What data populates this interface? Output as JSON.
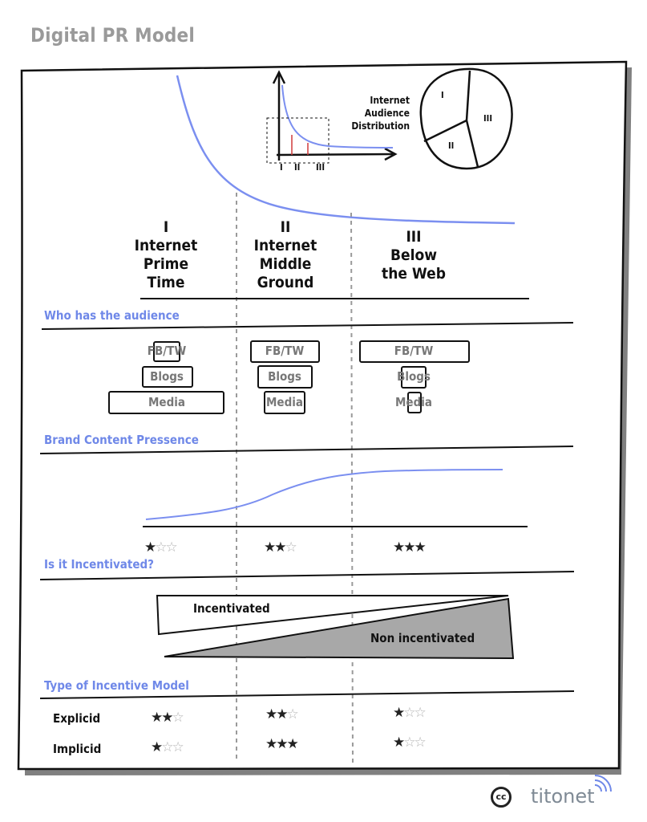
{
  "title": "Digital PR Model",
  "distribution": {
    "label_lines": [
      "Internet",
      "Audience",
      "Distribution"
    ],
    "pie_labels": [
      "I",
      "II",
      "III"
    ],
    "axis_labels": [
      "I",
      "II",
      "III"
    ]
  },
  "columns": [
    {
      "numeral": "I",
      "name_lines": [
        "Internet",
        "Prime",
        "Time"
      ]
    },
    {
      "numeral": "II",
      "name_lines": [
        "Internet",
        "Middle",
        "Ground"
      ]
    },
    {
      "numeral": "III",
      "name_lines": [
        "Below",
        "the Web"
      ]
    }
  ],
  "sections": {
    "audience": "Who has the audience",
    "brand_content": "Brand Content Pressence",
    "incentivated": "Is it Incentivated?",
    "incentive_model": "Type of Incentive Model"
  },
  "channels": {
    "fb_tw": "FB/TW",
    "blogs": "Blogs",
    "media": "Media"
  },
  "brand_presence_stars": [
    1,
    2,
    3
  ],
  "incentivated": {
    "top": "Incentivated",
    "bottom": "Non incentivated"
  },
  "incentive_model": {
    "rows": [
      {
        "label": "Explicid",
        "stars": [
          2,
          2,
          1
        ]
      },
      {
        "label": "Implicid",
        "stars": [
          1,
          3,
          1
        ]
      }
    ]
  },
  "footer": {
    "cc": "cc",
    "logo": "titonet"
  },
  "colors": {
    "accent": "#6f88e8",
    "title_gray": "#9a9a9a",
    "red_marks": "#d13a3a",
    "wedge_fill": "#a8a8a8"
  }
}
